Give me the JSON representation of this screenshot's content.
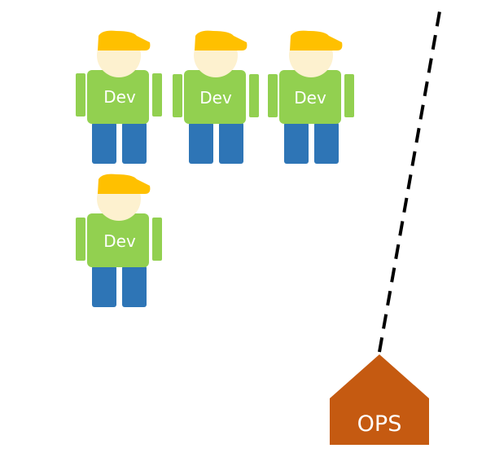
{
  "devs": [
    {
      "label": "Dev"
    },
    {
      "label": "Dev"
    },
    {
      "label": "Dev"
    },
    {
      "label": "Dev"
    }
  ],
  "ops": {
    "label": "OPS"
  },
  "colors": {
    "shirt": "#92d050",
    "pants": "#2e75b6",
    "hat": "#ffc000",
    "face": "#fdf1cf",
    "ops": "#c55a11",
    "line": "#000000"
  }
}
